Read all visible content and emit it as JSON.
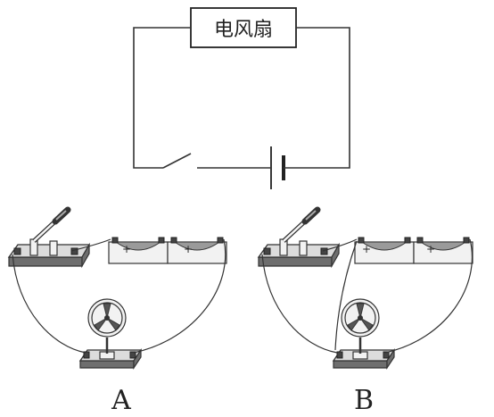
{
  "schematic": {
    "load_label": "电风扇"
  },
  "setups": [
    {
      "id": "A",
      "label": "A"
    },
    {
      "id": "B",
      "label": "B"
    }
  ],
  "battery_polarity_mark": "+"
}
